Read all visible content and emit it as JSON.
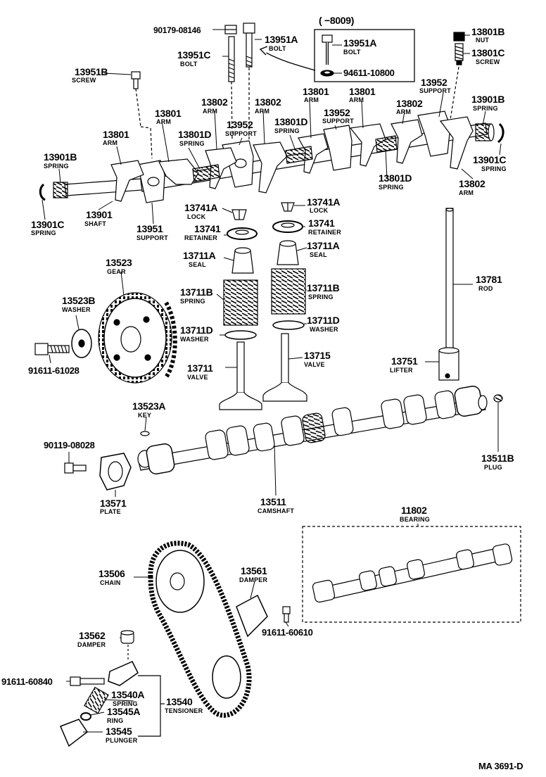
{
  "inset": {
    "range": "(   −8009)"
  },
  "drawing_code": "MA 3691-D",
  "callouts": [
    {
      "id": "c01",
      "number": "90179-08146",
      "name": ""
    },
    {
      "id": "c02",
      "number": "13951A",
      "name": "BOLT"
    },
    {
      "id": "c03",
      "number": "13951A",
      "name": "BOLT"
    },
    {
      "id": "c04",
      "number": "94611-10800",
      "name": ""
    },
    {
      "id": "c05",
      "number": "13951C",
      "name": "BOLT"
    },
    {
      "id": "c06",
      "number": "13801B",
      "name": "NUT"
    },
    {
      "id": "c07",
      "number": "13801C",
      "name": "SCREW"
    },
    {
      "id": "c08",
      "number": "13951B",
      "name": "SCREW"
    },
    {
      "id": "c09",
      "number": "13952",
      "name": "SUPPORT"
    },
    {
      "id": "c10",
      "number": "13901B",
      "name": "SPRING"
    },
    {
      "id": "c11",
      "number": "13801",
      "name": "ARM"
    },
    {
      "id": "c12",
      "number": "13801",
      "name": "ARM"
    },
    {
      "id": "c13",
      "number": "13802",
      "name": "ARM"
    },
    {
      "id": "c14",
      "number": "13802",
      "name": "ARM"
    },
    {
      "id": "c15",
      "number": "13802",
      "name": "ARM"
    },
    {
      "id": "c16",
      "number": "13801",
      "name": "ARM"
    },
    {
      "id": "c17",
      "number": "13952",
      "name": "SUPPORT"
    },
    {
      "id": "c18",
      "number": "13952",
      "name": "SUPPORT"
    },
    {
      "id": "c19",
      "number": "13801D",
      "name": "SPRING"
    },
    {
      "id": "c20",
      "number": "13801D",
      "name": "SPRING"
    },
    {
      "id": "c21",
      "number": "13801",
      "name": "ARM"
    },
    {
      "id": "c22",
      "number": "13901C",
      "name": "SPRING"
    },
    {
      "id": "c23",
      "number": "13901B",
      "name": "SPRING"
    },
    {
      "id": "c24",
      "number": "13801D",
      "name": "SPRING"
    },
    {
      "id": "c25",
      "number": "13802",
      "name": "ARM"
    },
    {
      "id": "c26",
      "number": "13901C",
      "name": "SPRING"
    },
    {
      "id": "c27",
      "number": "13901",
      "name": "SHAFT"
    },
    {
      "id": "c28",
      "number": "13951",
      "name": "SUPPORT"
    },
    {
      "id": "c29",
      "number": "13741A",
      "name": "LOCK"
    },
    {
      "id": "c30",
      "number": "13741",
      "name": "RETAINER"
    },
    {
      "id": "c31",
      "number": "13741A",
      "name": "LOCK"
    },
    {
      "id": "c32",
      "number": "13741",
      "name": "RETAINER"
    },
    {
      "id": "c33",
      "number": "13711A",
      "name": "SEAL"
    },
    {
      "id": "c34",
      "number": "13711A",
      "name": "SEAL"
    },
    {
      "id": "c35",
      "number": "13523",
      "name": "GEAR"
    },
    {
      "id": "c36",
      "number": "13523B",
      "name": "WASHER"
    },
    {
      "id": "c37",
      "number": "13711B",
      "name": "SPRING"
    },
    {
      "id": "c38",
      "number": "13711B",
      "name": "SPRING"
    },
    {
      "id": "c39",
      "number": "13781",
      "name": "ROD"
    },
    {
      "id": "c40",
      "number": "13711D",
      "name": "WASHER"
    },
    {
      "id": "c41",
      "number": "13711D",
      "name": "WASHER"
    },
    {
      "id": "c42",
      "number": "91611-61028",
      "name": ""
    },
    {
      "id": "c43",
      "number": "13715",
      "name": "VALVE"
    },
    {
      "id": "c44",
      "number": "13711",
      "name": "VALVE"
    },
    {
      "id": "c45",
      "number": "13751",
      "name": "LIFTER"
    },
    {
      "id": "c46",
      "number": "13523A",
      "name": "KEY"
    },
    {
      "id": "c47",
      "number": "90119-08028",
      "name": ""
    },
    {
      "id": "c48",
      "number": "13511B",
      "name": "PLUG"
    },
    {
      "id": "c49",
      "number": "13571",
      "name": "PLATE"
    },
    {
      "id": "c50",
      "number": "13511",
      "name": "CAMSHAFT"
    },
    {
      "id": "c51",
      "number": "11802",
      "name": "BEARING"
    },
    {
      "id": "c52",
      "number": "13506",
      "name": "CHAIN"
    },
    {
      "id": "c53",
      "number": "13561",
      "name": "DAMPER"
    },
    {
      "id": "c54",
      "number": "91611-60610",
      "name": ""
    },
    {
      "id": "c55",
      "number": "13562",
      "name": "DAMPER"
    },
    {
      "id": "c56",
      "number": "91611-60840",
      "name": ""
    },
    {
      "id": "c57",
      "number": "13540A",
      "name": "SPRING"
    },
    {
      "id": "c58",
      "number": "13540",
      "name": "TENSIONER"
    },
    {
      "id": "c59",
      "number": "13545A",
      "name": "RING"
    },
    {
      "id": "c60",
      "number": "13545",
      "name": "PLUNGER"
    }
  ]
}
